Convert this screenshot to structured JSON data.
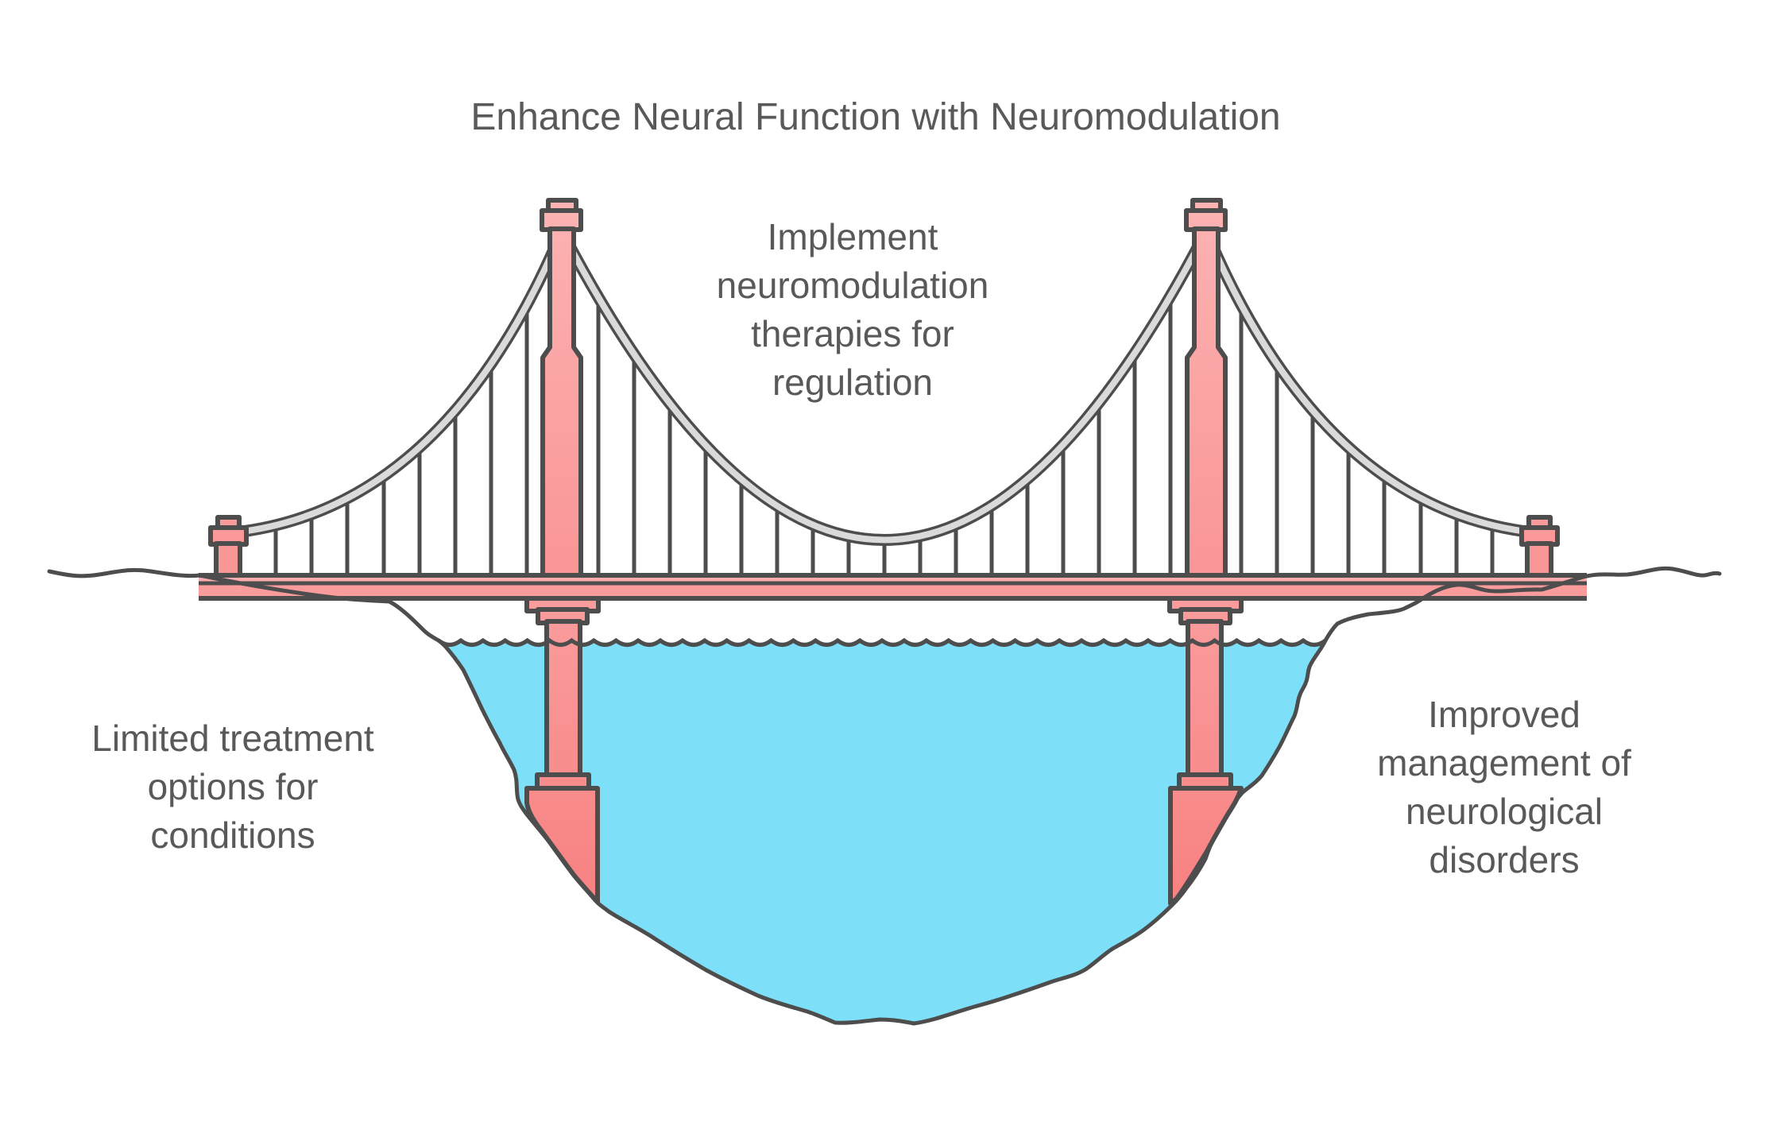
{
  "title": "Enhance Neural Function with Neuromodulation",
  "annotations": {
    "center": {
      "lines": [
        "Implement",
        "neuromodulation",
        "therapies for",
        "regulation"
      ]
    },
    "left": {
      "lines": [
        "Limited treatment",
        "options for",
        "conditions"
      ]
    },
    "right": {
      "lines": [
        "Improved",
        "management of",
        "neurological",
        "disorders"
      ]
    }
  },
  "illustration": {
    "type": "suspension-bridge-over-water",
    "colors": {
      "outline": "#4d4d4d",
      "cable_gray": "#dadada",
      "tower_pink": "#fbaaaa",
      "pier_salmon": "#f88d8d",
      "deck_pink": "#fa9c9c",
      "deck_stripe_pink": "#fcacac",
      "water_blue": "#7ddff8",
      "text_gray": "#58595b",
      "background": "#ffffff"
    }
  }
}
